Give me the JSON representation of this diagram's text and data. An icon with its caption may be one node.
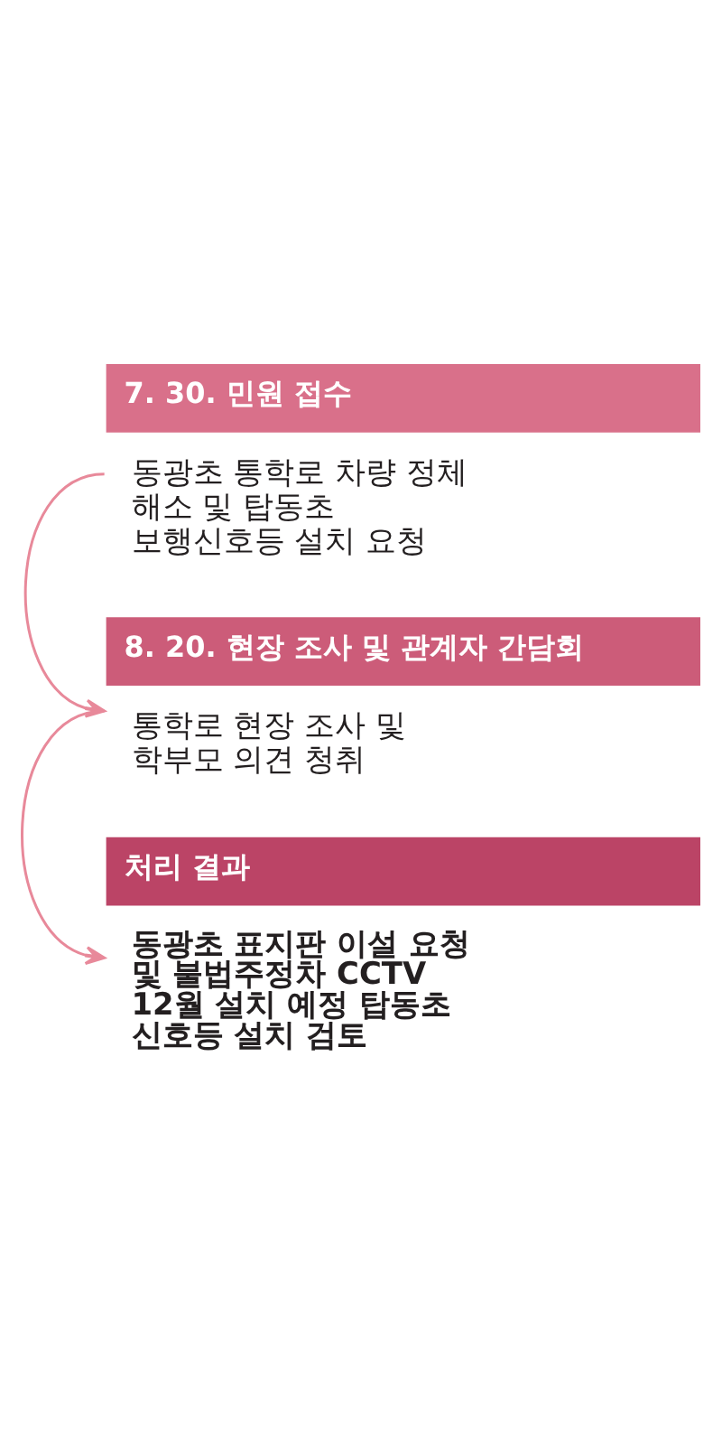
{
  "diagram": {
    "nodes": [
      {
        "text": [
          "7. 30. 민원 접수",
          "동광초 통학로 차량 정체 해소 및 탑동초 보행신호등 설치 요청"
        ]
      },
      {
        "text": [
          "8. 20. 현장 조사 및 관계자 간담회",
          "통학로 현장 조사 및 학부모 의견 청취"
        ]
      },
      {
        "text": [
          "처리 결과",
          "동광초 표지판 이설 요청 및 불법주정차 CCTV 12월 설치 예정 탑동초 신호등 설치 검토"
        ]
      }
    ],
    "edges": [
      {
        "from": 0,
        "to": 1,
        "arrow": "to"
      },
      {
        "from": 1,
        "to": 2,
        "arrow": "to"
      }
    ]
  }
}
